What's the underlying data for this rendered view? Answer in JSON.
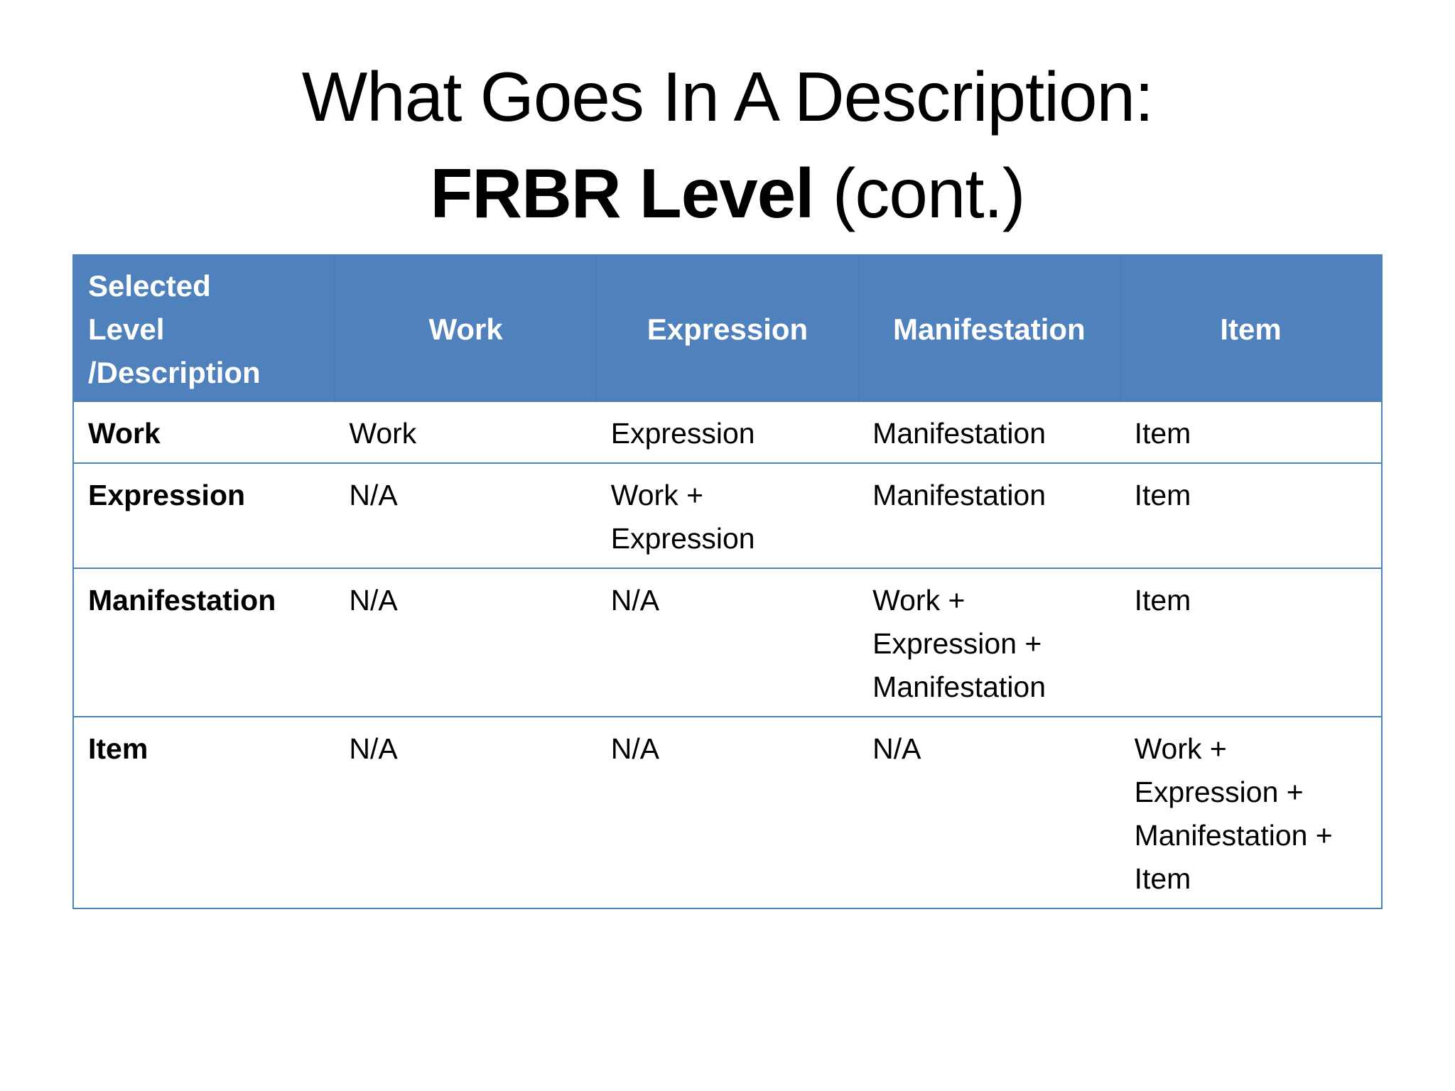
{
  "title": {
    "line1": "What Goes In A Description:",
    "line2_bold": "FRBR Level",
    "line2_rest": " (cont.)"
  },
  "colors": {
    "header_bg": "#4f81bd",
    "border": "#4f81bd"
  },
  "table": {
    "headers": [
      "Selected Level /Description",
      "Work",
      "Expression",
      "Manifestation",
      "Item"
    ],
    "rows": [
      [
        "Work",
        "Work",
        "Expression",
        "Manifestation",
        "Item"
      ],
      [
        "Expression",
        "N/A",
        "Work + Expression",
        "Manifestation",
        "Item"
      ],
      [
        "Manifestation",
        "N/A",
        "N/A",
        "Work + Expression + Manifestation",
        "Item"
      ],
      [
        "Item",
        "N/A",
        "N/A",
        "N/A",
        "Work + Expression + Manifestation + Item"
      ]
    ]
  }
}
